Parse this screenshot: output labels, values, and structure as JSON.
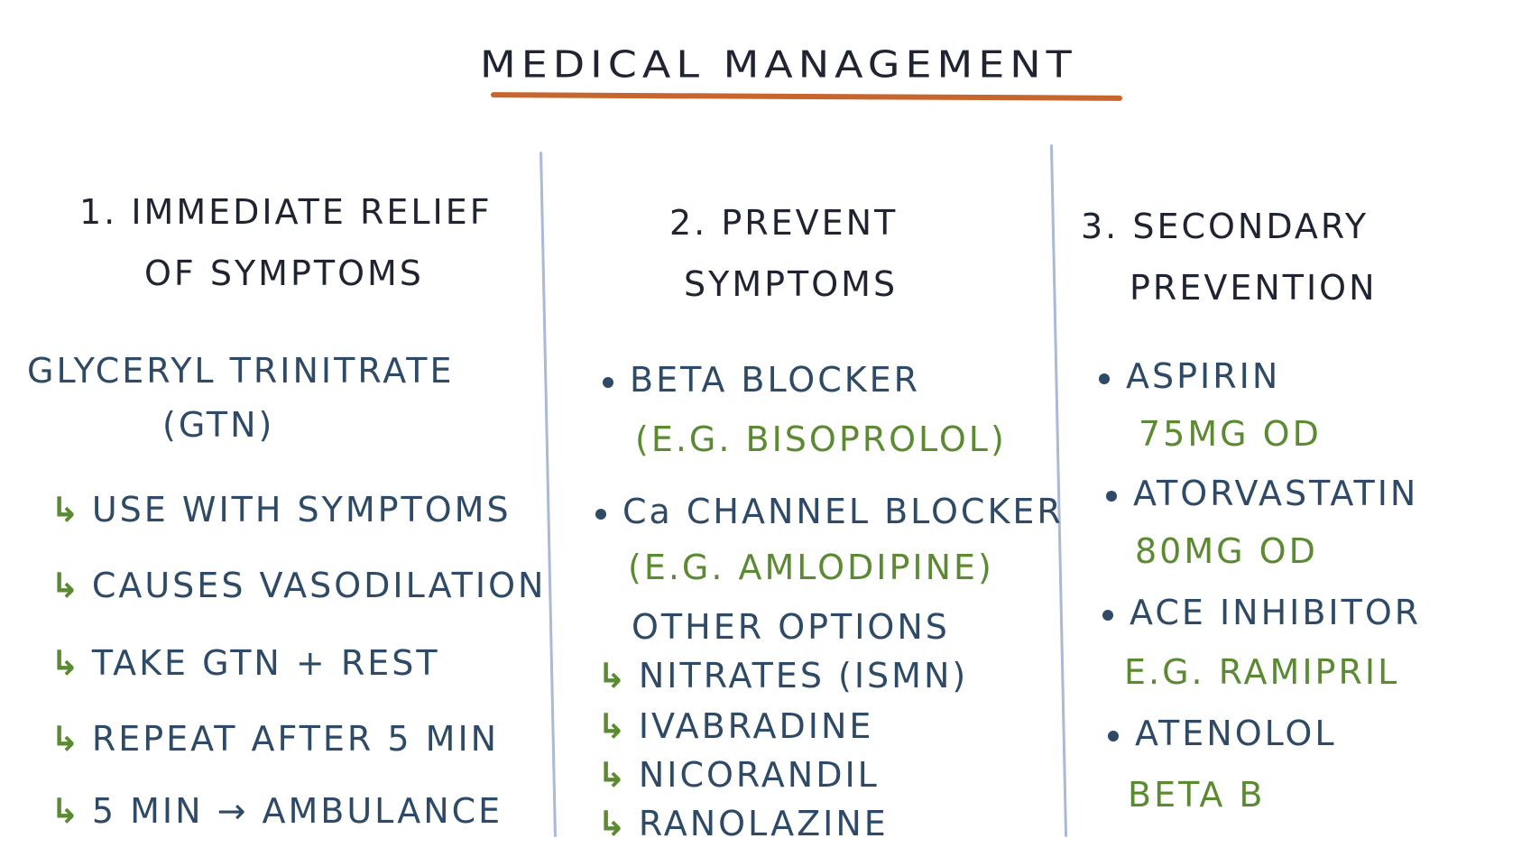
{
  "title": "MEDICAL MANAGEMENT",
  "colors": {
    "underline": "#c8642e",
    "ink_dark": "#1f2430",
    "ink_blue": "#2e4a66",
    "ink_green": "#5c8a33",
    "divider": "#aab9d6"
  },
  "col1": {
    "heading_line1": "1. IMMEDIATE RELIEF",
    "heading_line2": "OF SYMPTOMS",
    "drug_line1": "GLYCERYL TRINITRATE",
    "drug_line2": "(GTN)",
    "arrow_symbol": "↳",
    "points": [
      "USE WITH SYMPTOMS",
      "CAUSES VASODILATION",
      "TAKE GTN + REST",
      "REPEAT AFTER 5 MIN",
      "5 MIN → AMBULANCE"
    ]
  },
  "col2": {
    "heading_line1": "2. PREVENT",
    "heading_line2": "SYMPTOMS",
    "bullet1": "BETA BLOCKER",
    "bullet1_example": "(E.G. BISOPROLOL)",
    "bullet2": "Ca CHANNEL BLOCKER",
    "bullet2_example": "(E.G. AMLODIPINE)",
    "other_options": "OTHER OPTIONS",
    "options": [
      "NITRATES (ISMN)",
      "IVABRADINE",
      "NICORANDIL",
      "RANOLAZINE"
    ]
  },
  "col3": {
    "heading_line1": "3. SECONDARY",
    "heading_line2": "PREVENTION",
    "aspirin": "ASPIRIN",
    "aspirin_dose": "75MG OD",
    "statin": "ATORVASTATIN",
    "statin_dose": "80MG OD",
    "ace": "ACE INHIBITOR",
    "ace_example": "E.G. RAMIPRIL",
    "atenolol": "ATENOLOL",
    "atenolol_note": "BETA B"
  }
}
